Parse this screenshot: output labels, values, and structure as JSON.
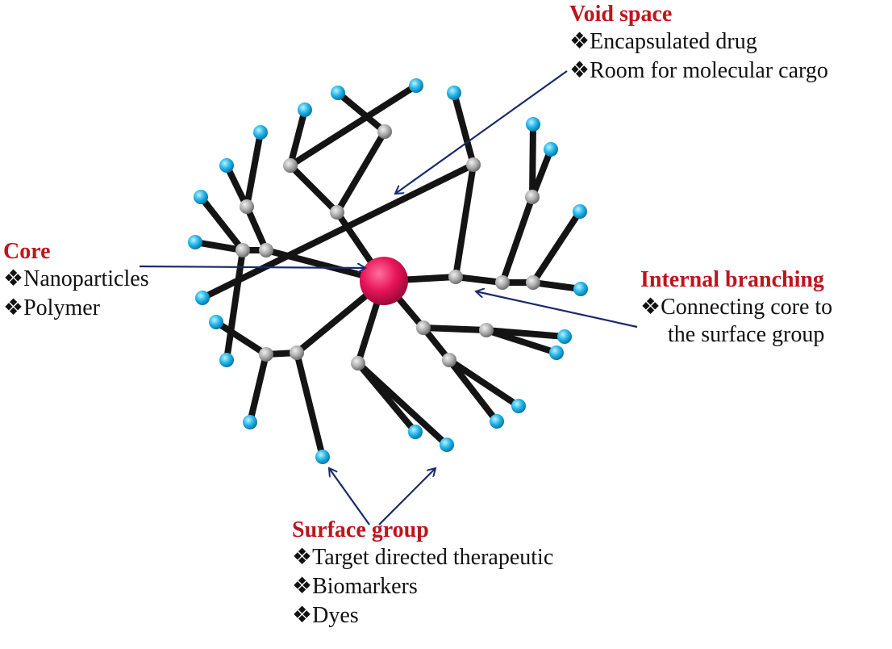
{
  "labels": {
    "void_space": {
      "title": "Void space",
      "items": [
        "❖Encapsulated drug",
        "❖Room for molecular cargo"
      ]
    },
    "core": {
      "title": "Core",
      "items": [
        "❖Nanoparticles",
        "❖Polymer"
      ]
    },
    "internal_branching": {
      "title": "Internal branching",
      "items": [
        "❖Connecting core to",
        "the surface group"
      ]
    },
    "surface_group": {
      "title": "Surface group",
      "items": [
        "❖Target directed therapeutic",
        "❖Biomarkers",
        "❖Dyes"
      ]
    }
  },
  "colors": {
    "heading": "#c0141c",
    "core": "#e8145a",
    "branch_node": "#a9a9a9",
    "surface_node": "#1fb6ea",
    "bond": "#141414",
    "arrow": "#1a2a6c"
  }
}
